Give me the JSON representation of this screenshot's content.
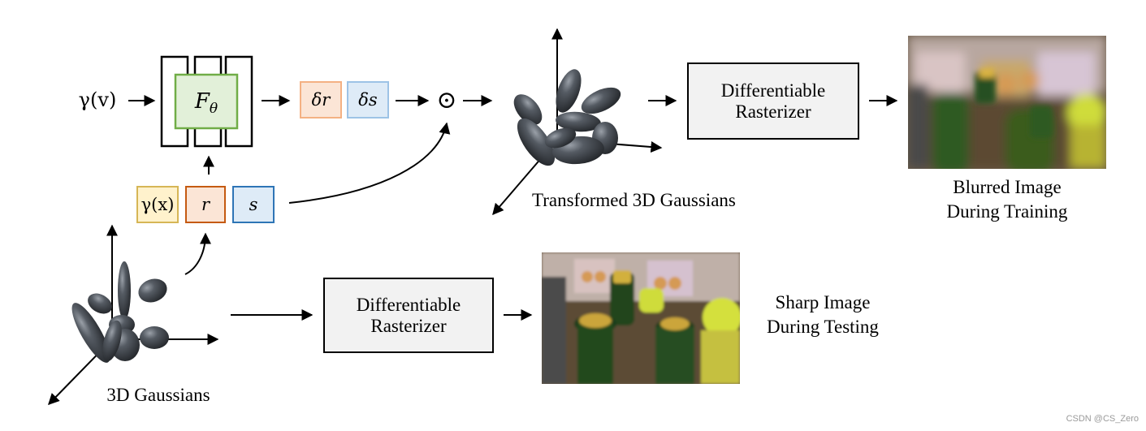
{
  "top": {
    "input_label": "γ(v)",
    "network_label": "F",
    "network_sub": "θ",
    "delta_r": "δr",
    "delta_s": "δs",
    "hadamard": "⊙",
    "transformed_caption": "Transformed 3D Gaussians",
    "rasterizer_line1": "Differentiable",
    "rasterizer_line2": "Rasterizer",
    "output_line1": "Blurred Image",
    "output_line2": "During Training"
  },
  "inputs": {
    "gamma_x": "γ(x)",
    "r": "r",
    "s": "s"
  },
  "bottom": {
    "gaussians_caption": "3D Gaussians",
    "rasterizer_line1": "Differentiable",
    "rasterizer_line2": "Rasterizer",
    "output_line1": "Sharp Image",
    "output_line2": "During Testing"
  },
  "watermark": "CSDN @CS_Zero",
  "colors": {
    "network_fill": "#e2f0d9",
    "network_border": "#70ad47",
    "orange_fill": "#fbe5d6",
    "orange_border": "#f4b183",
    "blue_fill": "#deebf7",
    "blue_border": "#9dc3e6",
    "gamma_x_fill": "#fff2cc",
    "gamma_x_border": "#d6b656",
    "r_border": "#c55a11",
    "s_border": "#2e75b6",
    "rasterizer_fill": "#f2f2f2"
  }
}
